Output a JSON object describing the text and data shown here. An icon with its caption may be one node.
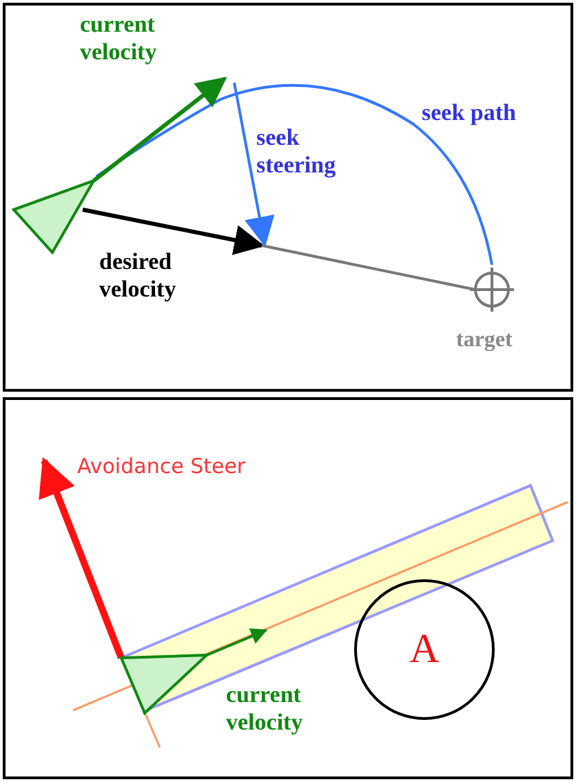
{
  "diagram": {
    "nodes": [
      {
        "text": [],
        "shape": "box"
      },
      {
        "text": [],
        "shape": "box"
      },
      {
        "text": [
          "A"
        ],
        "in": 1
      }
    ],
    "edges": [],
    "labels": [
      "current velocity",
      "seek steering",
      "seek path",
      "desired velocity",
      "target",
      "Avoidance Steer",
      "current velocity"
    ]
  }
}
